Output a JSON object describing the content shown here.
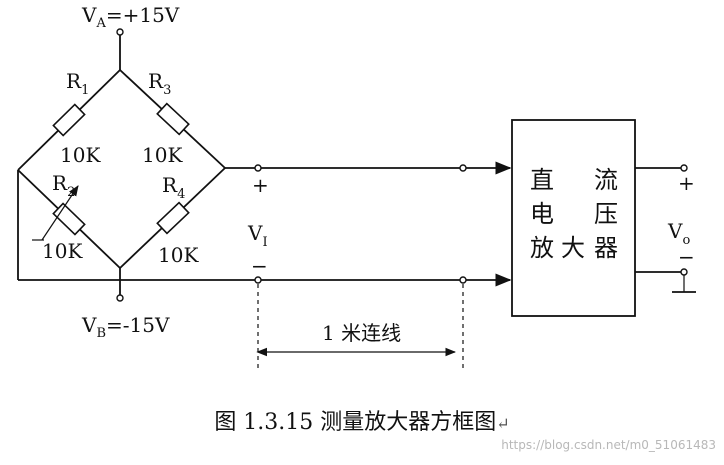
{
  "circuit": {
    "va": {
      "prefix": "V",
      "sub": "A",
      "value": "=+15V"
    },
    "vb": {
      "prefix": "V",
      "sub": "B",
      "value": "=-15V"
    },
    "resistors": [
      {
        "name": "R",
        "sub": "1",
        "value": "10K"
      },
      {
        "name": "R",
        "sub": "2",
        "value": "10K"
      },
      {
        "name": "R",
        "sub": "3",
        "value": "10K"
      },
      {
        "name": "R",
        "sub": "4",
        "value": "10K"
      }
    ],
    "vi": {
      "prefix": "V",
      "sub": "I",
      "plus": "+",
      "minus": "−"
    },
    "vo": {
      "prefix": "V",
      "sub": "o",
      "plus": "+",
      "minus": "−"
    },
    "cable_label": "1 米连线",
    "amplifier": {
      "col1": [
        "直",
        "电",
        "放"
      ],
      "col2": [
        "大"
      ],
      "col3": [
        "流",
        "压",
        "器"
      ]
    }
  },
  "caption": {
    "text": "图 1.3.15  测量放大器方框图",
    "mark": "↵"
  },
  "watermark": "https://blog.csdn.net/m0_51061483"
}
